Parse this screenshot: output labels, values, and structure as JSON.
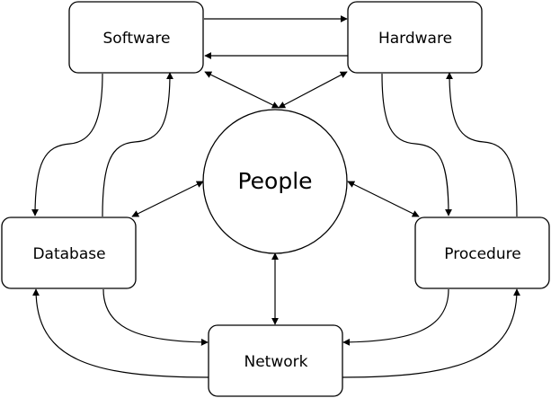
{
  "diagram": {
    "center": {
      "label": "People"
    },
    "nodes": {
      "software": {
        "label": "Software"
      },
      "hardware": {
        "label": "Hardware"
      },
      "database": {
        "label": "Database"
      },
      "procedure": {
        "label": "Procedure"
      },
      "network": {
        "label": "Network"
      }
    },
    "edges": [
      {
        "from": "Software",
        "to": "Hardware"
      },
      {
        "from": "Hardware",
        "to": "Software"
      },
      {
        "from": "People",
        "to": "Software",
        "bidirectional": true
      },
      {
        "from": "People",
        "to": "Hardware",
        "bidirectional": true
      },
      {
        "from": "People",
        "to": "Database",
        "bidirectional": true
      },
      {
        "from": "People",
        "to": "Procedure",
        "bidirectional": true
      },
      {
        "from": "People",
        "to": "Network",
        "bidirectional": true
      },
      {
        "from": "Software",
        "to": "Database"
      },
      {
        "from": "Database",
        "to": "Software"
      },
      {
        "from": "Hardware",
        "to": "Procedure"
      },
      {
        "from": "Procedure",
        "to": "Hardware"
      },
      {
        "from": "Database",
        "to": "Network"
      },
      {
        "from": "Network",
        "to": "Database"
      },
      {
        "from": "Procedure",
        "to": "Network"
      },
      {
        "from": "Network",
        "to": "Procedure"
      }
    ],
    "colors": {
      "stroke": "#000000",
      "background": "#ffffff"
    }
  }
}
